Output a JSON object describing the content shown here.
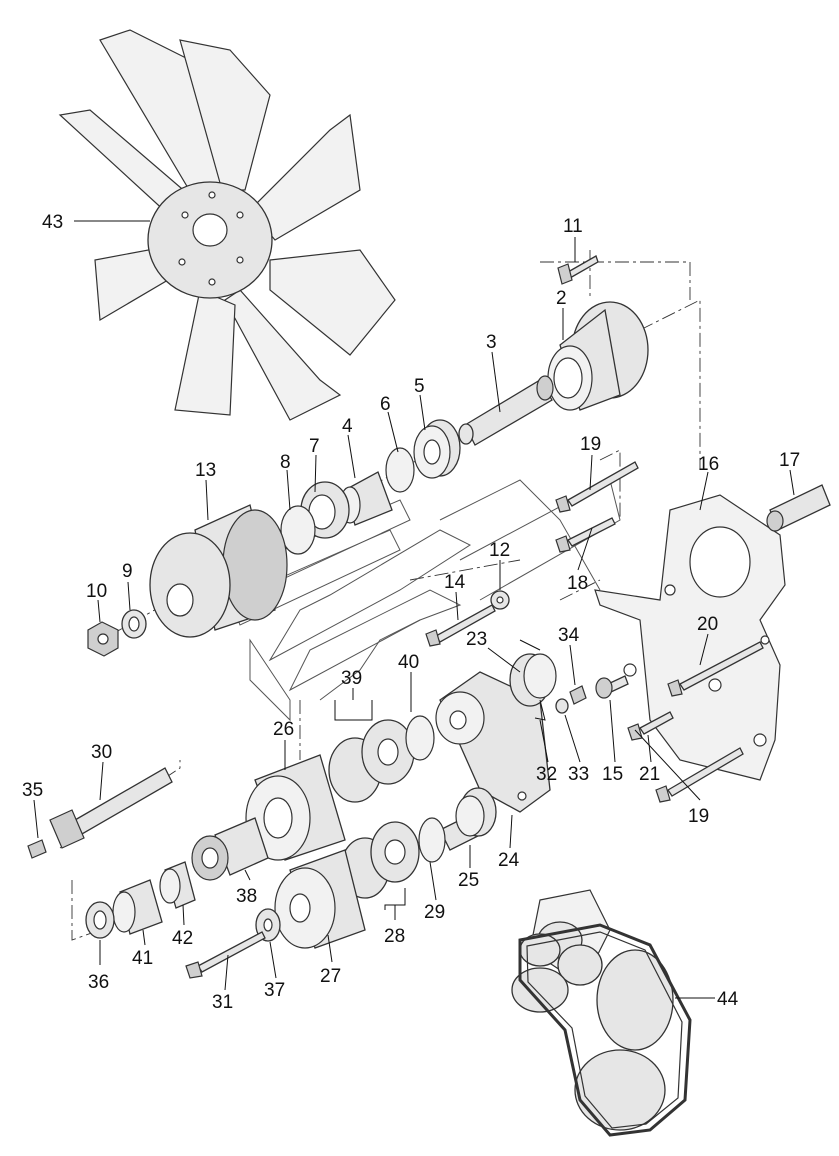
{
  "diagram": {
    "callouts": [
      {
        "id": "c43",
        "label": "43"
      },
      {
        "id": "c11",
        "label": "11"
      },
      {
        "id": "c2",
        "label": "2"
      },
      {
        "id": "c3",
        "label": "3"
      },
      {
        "id": "c5",
        "label": "5"
      },
      {
        "id": "c6",
        "label": "6"
      },
      {
        "id": "c4",
        "label": "4"
      },
      {
        "id": "c7",
        "label": "7"
      },
      {
        "id": "c8",
        "label": "8"
      },
      {
        "id": "c13",
        "label": "13"
      },
      {
        "id": "c19a",
        "label": "19"
      },
      {
        "id": "c16",
        "label": "16"
      },
      {
        "id": "c17",
        "label": "17"
      },
      {
        "id": "c9",
        "label": "9"
      },
      {
        "id": "c10",
        "label": "10"
      },
      {
        "id": "c12",
        "label": "12"
      },
      {
        "id": "c14",
        "label": "14"
      },
      {
        "id": "c18",
        "label": "18"
      },
      {
        "id": "c23",
        "label": "23"
      },
      {
        "id": "c34",
        "label": "34"
      },
      {
        "id": "c20",
        "label": "20"
      },
      {
        "id": "c39",
        "label": "39"
      },
      {
        "id": "c40",
        "label": "40"
      },
      {
        "id": "c26",
        "label": "26"
      },
      {
        "id": "c30",
        "label": "30"
      },
      {
        "id": "c35",
        "label": "35"
      },
      {
        "id": "c32",
        "label": "32"
      },
      {
        "id": "c33",
        "label": "33"
      },
      {
        "id": "c15",
        "label": "15"
      },
      {
        "id": "c21",
        "label": "21"
      },
      {
        "id": "c19b",
        "label": "19"
      },
      {
        "id": "c24",
        "label": "24"
      },
      {
        "id": "c25",
        "label": "25"
      },
      {
        "id": "c29",
        "label": "29"
      },
      {
        "id": "c38",
        "label": "38"
      },
      {
        "id": "c28",
        "label": "28"
      },
      {
        "id": "c42",
        "label": "42"
      },
      {
        "id": "c41",
        "label": "41"
      },
      {
        "id": "c36",
        "label": "36"
      },
      {
        "id": "c31",
        "label": "31"
      },
      {
        "id": "c37",
        "label": "37"
      },
      {
        "id": "c27",
        "label": "27"
      },
      {
        "id": "c44",
        "label": "44"
      }
    ]
  }
}
